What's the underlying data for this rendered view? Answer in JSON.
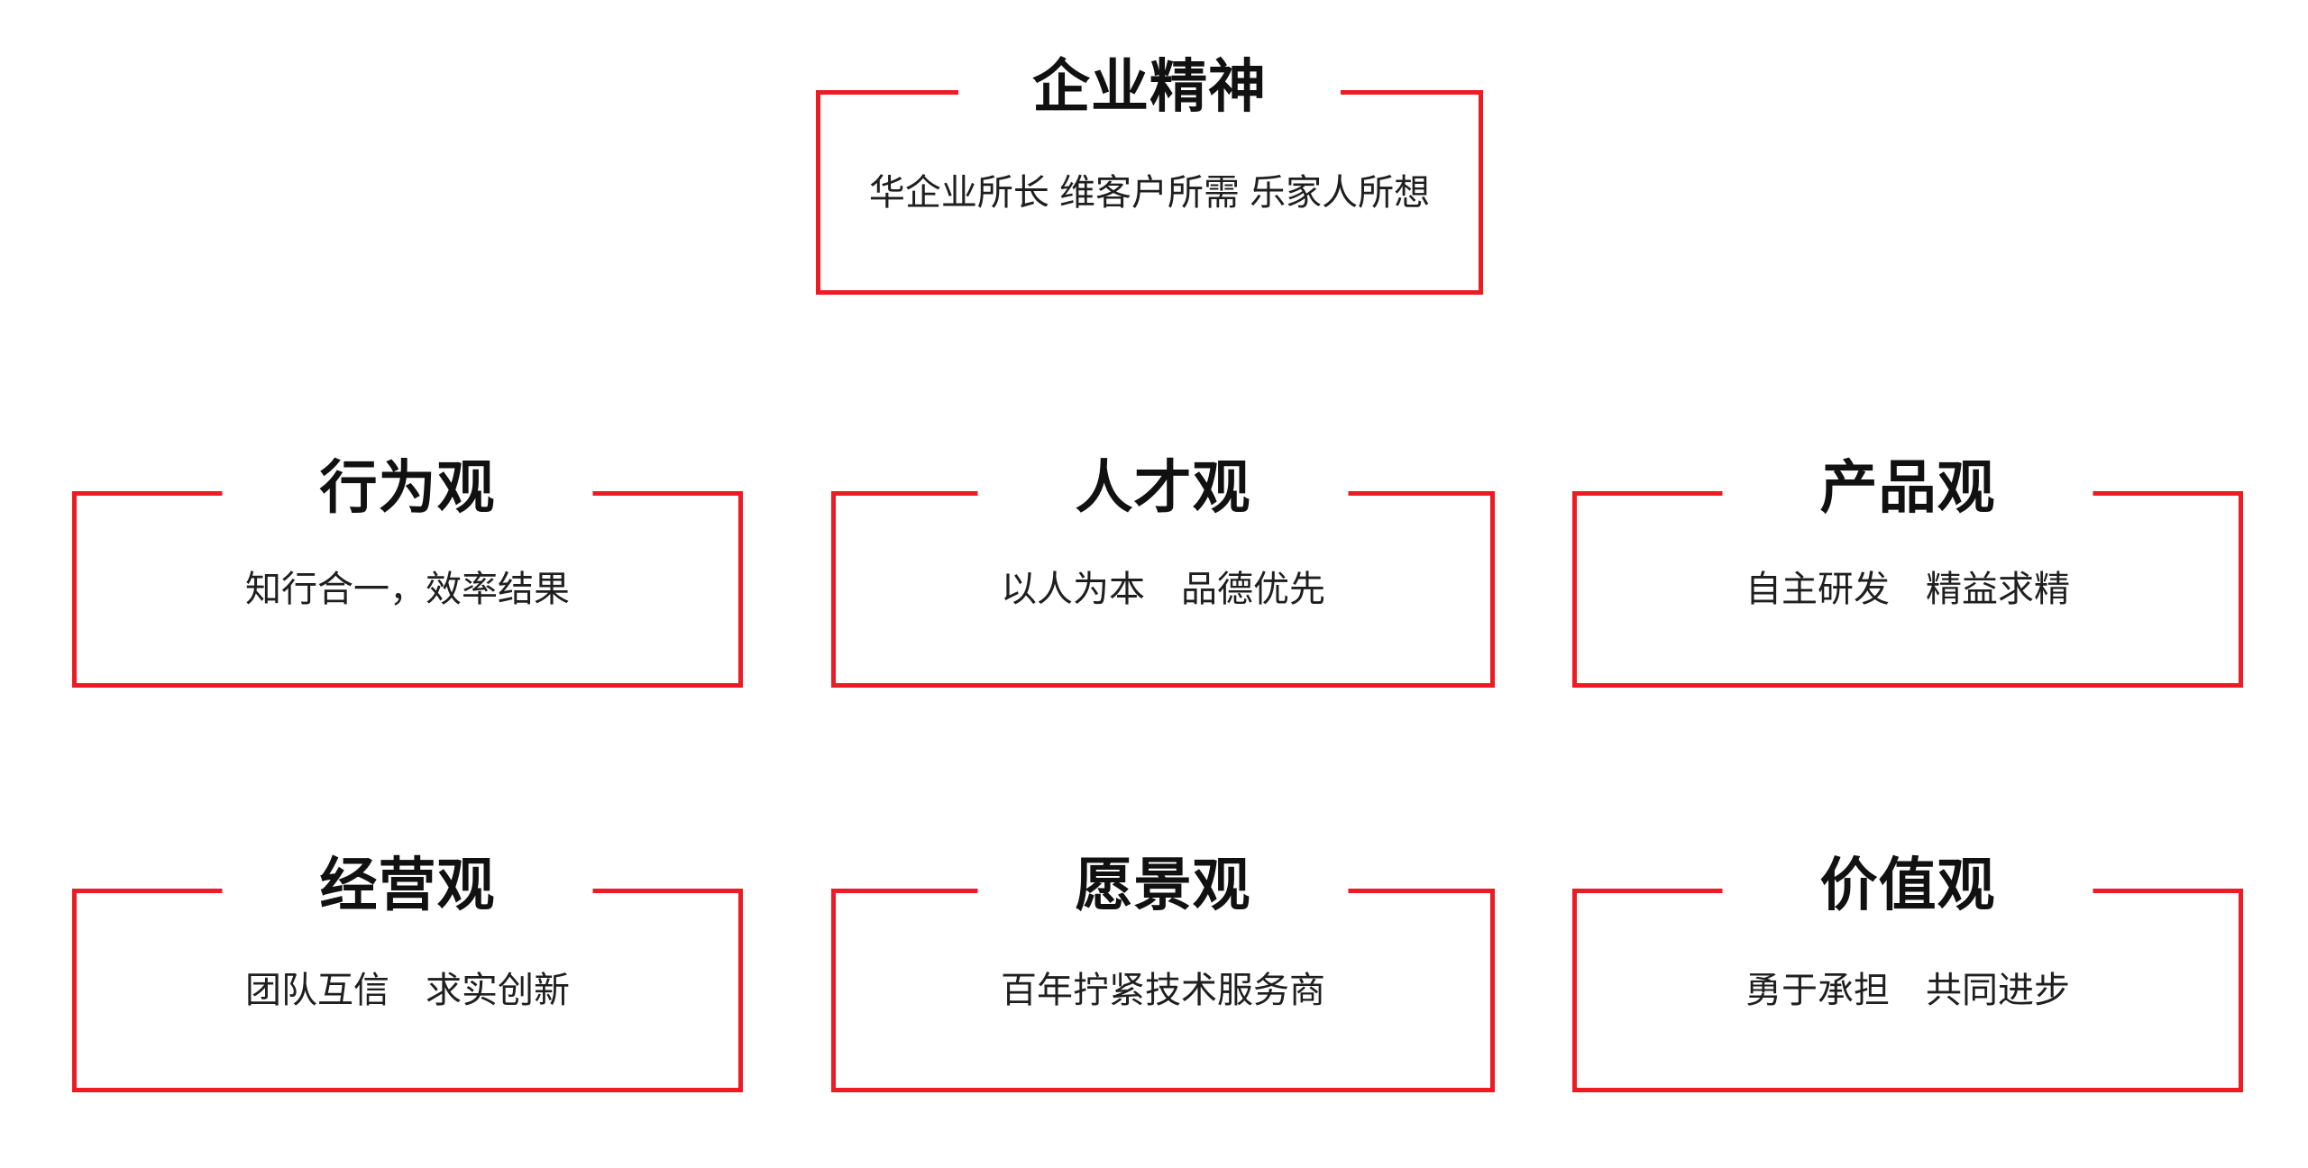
{
  "page": {
    "background": "#ffffff",
    "accent_red": "#ed1c24",
    "title_color": "#111111",
    "body_color": "#1f1f1f"
  },
  "cards": [
    {
      "id": "spirit",
      "title": "企业精神",
      "body": "华企业所长 维客户所需 乐家人所想"
    },
    {
      "id": "behavior",
      "title": "行为观",
      "body": "知行合一，效率结果"
    },
    {
      "id": "talent",
      "title": "人才观",
      "body": "以人为本　品德优先"
    },
    {
      "id": "product",
      "title": "产品观",
      "body": "自主研发　精益求精"
    },
    {
      "id": "operation",
      "title": "经营观",
      "body": "团队互信　求实创新"
    },
    {
      "id": "vision",
      "title": "愿景观",
      "body": "百年拧紧技术服务商"
    },
    {
      "id": "values",
      "title": "价值观",
      "body": "勇于承担　共同进步"
    }
  ]
}
